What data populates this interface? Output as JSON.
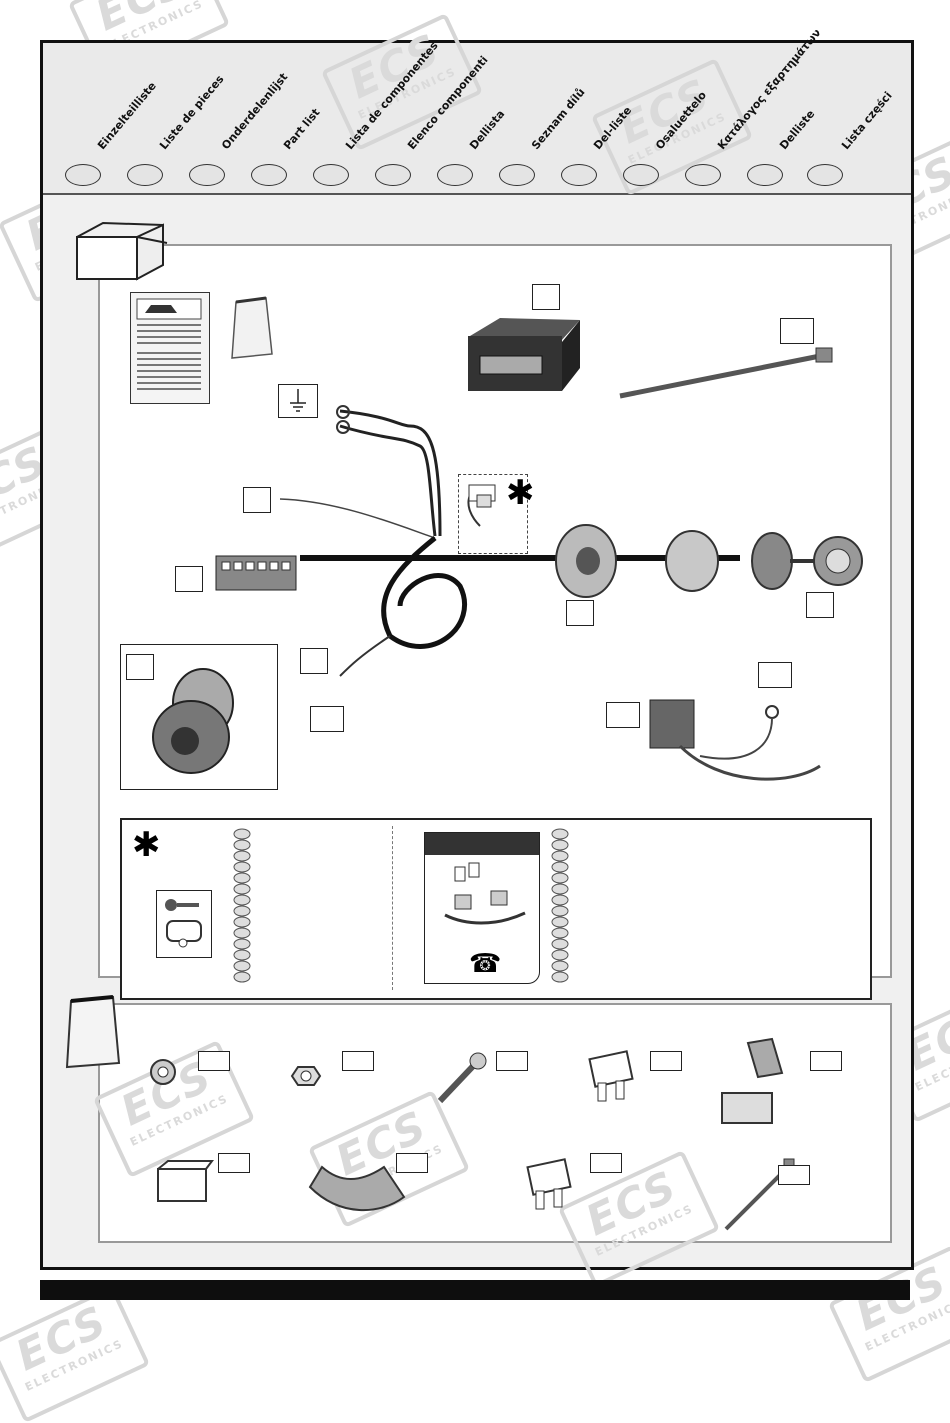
{
  "languages": [
    {
      "label": "Einzelteilliste"
    },
    {
      "label": "Liste de pieces"
    },
    {
      "label": "Onderdelenlijst"
    },
    {
      "label": "Part list"
    },
    {
      "label": "Lista de componentes"
    },
    {
      "label": "Elenco componenti"
    },
    {
      "label": "Dellista"
    },
    {
      "label": "Seznam dílů"
    },
    {
      "label": "Del-liste"
    },
    {
      "label": "Osaluettelo"
    },
    {
      "label": "Κατάλογος εξαρτημάτων"
    },
    {
      "label": "Delliste"
    },
    {
      "label": "Lista części"
    }
  ],
  "watermark": {
    "brand": "ECS",
    "sub": "ELECTRONICS"
  },
  "symbols": {
    "asterisk": "✱",
    "telephone": "☎"
  },
  "icons": [
    "package-box-icon",
    "parts-bag-icon",
    "ground-symbol-icon",
    "telephone-icon",
    "key-icon",
    "caravan-icon"
  ],
  "colors": {
    "frame": "#111111",
    "header_bg": "#eaeaea",
    "panel_border": "#999999",
    "bottom_bar": "#0e0e0e"
  }
}
